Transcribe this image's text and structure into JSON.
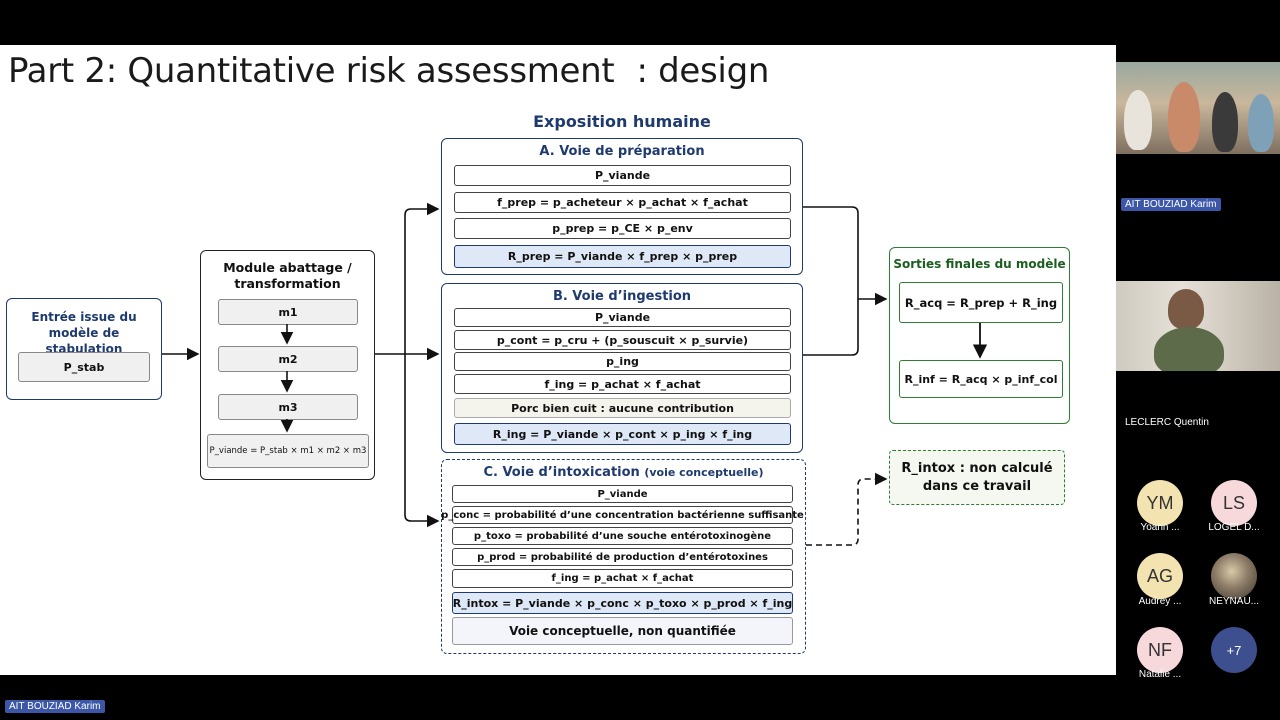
{
  "slide": {
    "title_part1": "Part 2: Quantitative risk assessment",
    "title_part2": ": design",
    "exposition_title": "Exposition humaine"
  },
  "entree": {
    "title": "Entrée issue du modèle de stabulation",
    "box": "P_stab"
  },
  "module": {
    "title": "Module abattage / transformation",
    "steps": [
      "m1",
      "m2",
      "m3"
    ],
    "result": "P_viande = P_stab × m1 × m2 × m3"
  },
  "panel_a": {
    "title": "A. Voie de préparation",
    "rows": [
      "P_viande",
      "f_prep = p_acheteur × p_achat × f_achat",
      "p_prep = p_CE × p_env",
      "R_prep = P_viande × f_prep × p_prep"
    ]
  },
  "panel_b": {
    "title": "B. Voie d’ingestion",
    "rows": [
      "P_viande",
      "p_cont = p_cru + (p_souscuit × p_survie)",
      "p_ing",
      "f_ing = p_achat × f_achat",
      "Porc bien cuit : aucune contribution",
      "R_ing = P_viande × p_cont × p_ing × f_ing"
    ]
  },
  "panel_c": {
    "title": "C. Voie d’intoxication",
    "title_note": "(voie conceptuelle)",
    "rows": [
      "P_viande",
      "p_conc = probabilité d’une concentration bactérienne suffisante",
      "p_toxo = probabilité d’une souche entérotoxinogène",
      "p_prod = probabilité de production d’entérotoxines",
      "f_ing = p_achat × f_achat",
      "R_intox = P_viande × p_conc × p_toxo × p_prod × f_ing",
      "Voie conceptuelle, non quantifiée"
    ]
  },
  "sorties": {
    "title": "Sorties finales du modèle",
    "r_acq": "R_acq = R_prep + R_ing",
    "r_inf": "R_inf = R_acq × p_inf_col"
  },
  "r_intox_note": {
    "line1": "R_intox : non calculé",
    "line2": "dans ce travail"
  },
  "participants": {
    "video1_name": "AIT BOUZIAD Karim",
    "video2_name": "LECLERC Quentin",
    "bottom_name": "AIT BOUZIAD Karim",
    "avatars": [
      {
        "initials": "YM",
        "name": "Yoann ...",
        "color": "#f3e3b0"
      },
      {
        "initials": "LS",
        "name": "LOGEL D...",
        "color": "#f7d9dc"
      },
      {
        "initials": "AG",
        "name": "Audrey ...",
        "color": "#f3e3b0"
      },
      {
        "initials": "",
        "name": "NEYNAU...",
        "color": "#8a7a66"
      },
      {
        "initials": "NF",
        "name": "Natalie ...",
        "color": "#f7d9dc"
      },
      {
        "initials": "+7",
        "name": "",
        "color": "#3d4f8f"
      }
    ]
  }
}
